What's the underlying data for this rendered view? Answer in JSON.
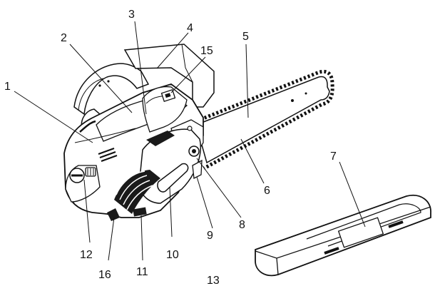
{
  "diagram": {
    "callouts": [
      {
        "id": "1",
        "label": "1"
      },
      {
        "id": "2",
        "label": "2"
      },
      {
        "id": "3",
        "label": "3"
      },
      {
        "id": "4",
        "label": "4"
      },
      {
        "id": "5",
        "label": "5"
      },
      {
        "id": "6",
        "label": "6"
      },
      {
        "id": "7",
        "label": "7"
      },
      {
        "id": "8",
        "label": "8"
      },
      {
        "id": "9",
        "label": "9"
      },
      {
        "id": "10",
        "label": "10"
      },
      {
        "id": "11",
        "label": "11"
      },
      {
        "id": "12",
        "label": "12"
      },
      {
        "id": "13",
        "label": "13"
      },
      {
        "id": "15",
        "label": "15"
      },
      {
        "id": "16",
        "label": "16"
      }
    ]
  },
  "colors": {
    "line": "#111111",
    "grip": "#1a1a1a",
    "fill": "#ffffff",
    "shade": "#d9d9d9"
  }
}
